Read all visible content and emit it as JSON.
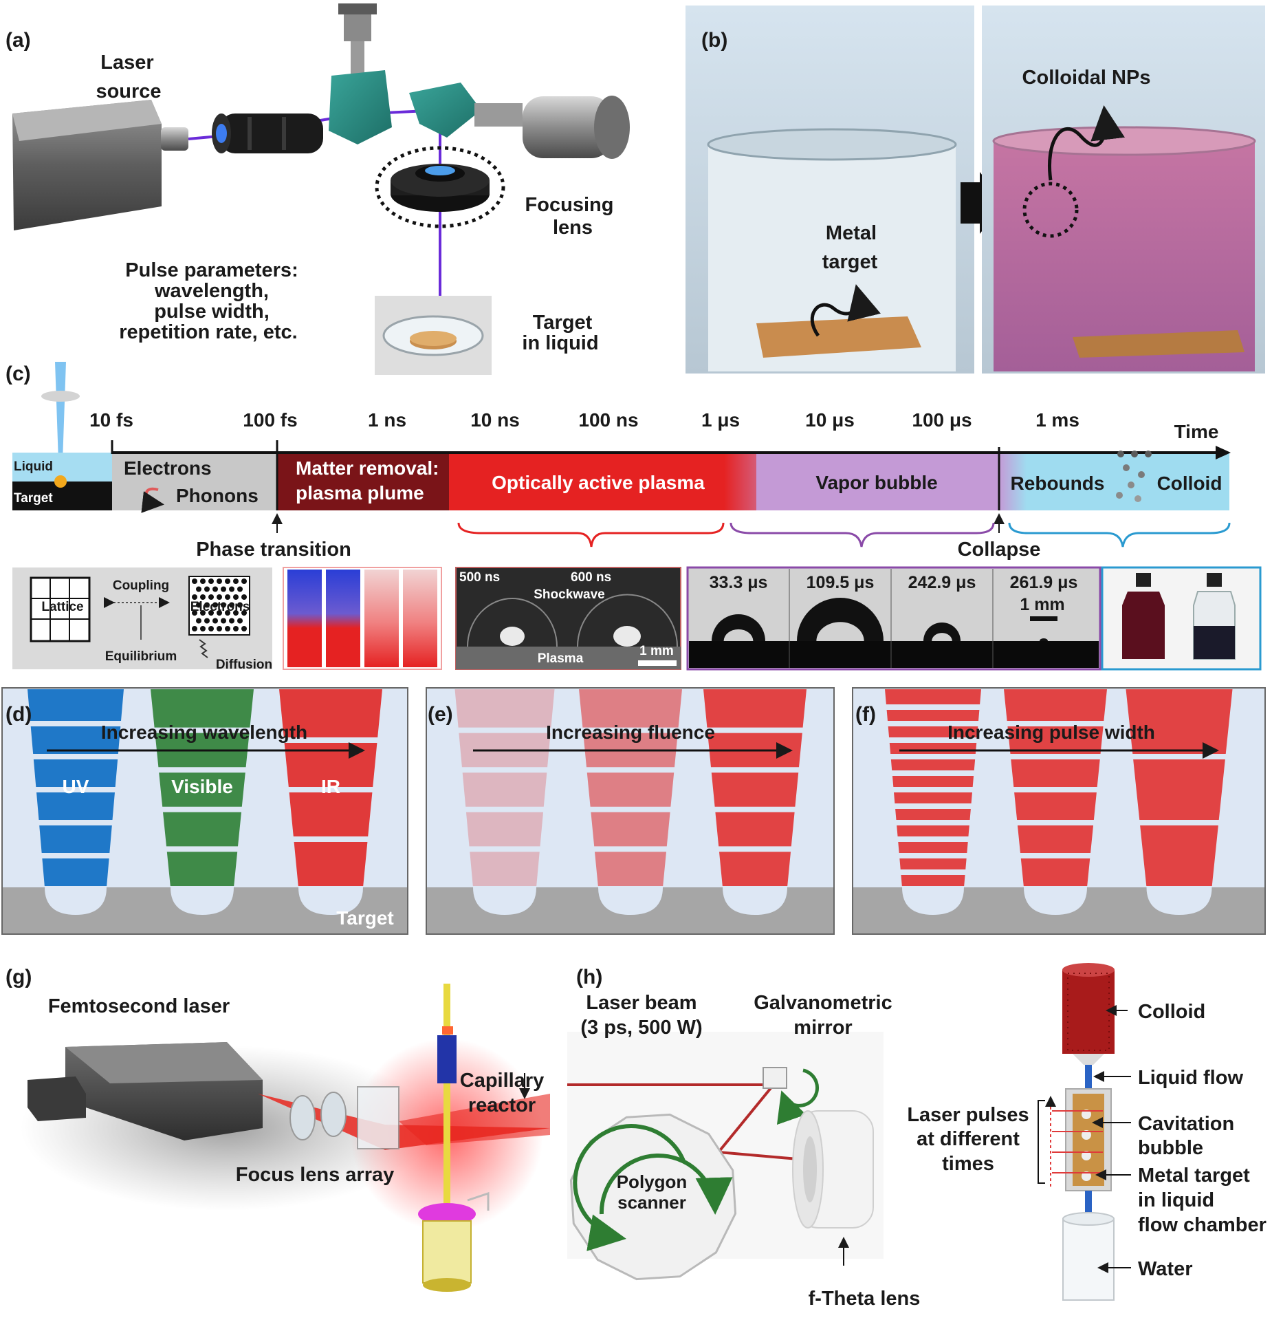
{
  "panels": {
    "a": {
      "label": "(a)",
      "laser_source": [
        "Laser",
        "source"
      ],
      "focusing_lens": [
        "Focusing",
        "lens"
      ],
      "pulse_params": [
        "Pulse parameters:",
        "wavelength,",
        "pulse width,",
        "repetition rate, etc."
      ],
      "target": [
        "Target",
        "in liquid"
      ]
    },
    "b": {
      "label": "(b)",
      "metal_target": [
        "Metal",
        "target"
      ],
      "colloidal": "Colloidal NPs"
    },
    "c": {
      "label": "(c)",
      "time_ticks": [
        "10 fs",
        "100 fs",
        "1 ns",
        "10 ns",
        "100 ns",
        "1 μs",
        "10 μs",
        "100 μs",
        "1 ms"
      ],
      "time_label": "Time",
      "liquid": "Liquid",
      "target": "Target",
      "electrons": "Electrons",
      "phonons": "Phonons",
      "matter_removal": [
        "Matter removal:",
        "plasma plume"
      ],
      "optically_active": "Optically active plasma",
      "vapor_bubble": "Vapor bubble",
      "rebounds": "Rebounds",
      "colloid": "Colloid",
      "phase_transition": "Phase transition",
      "collapse": "Collapse",
      "inset1": {
        "lattice": "Lattice",
        "coupling": "Coupling",
        "electrons": "Electrons",
        "equilibrium": "Equilibrium",
        "diffusion": "Diffusion"
      },
      "inset3": {
        "t1": "500 ns",
        "t2": "600 ns",
        "shockwave": "Shockwave",
        "plasma": "Plasma",
        "scale": "1 mm"
      },
      "inset4": {
        "times": [
          "33.3 μs",
          "109.5 μs",
          "242.9 μs",
          "261.9 μs"
        ],
        "scale": "1 mm",
        "bubble_radii": [
          39,
          63,
          27,
          0
        ]
      }
    },
    "d": {
      "label": "(d)",
      "title": "Increasing wavelength",
      "uv": "UV",
      "visible": "Visible",
      "ir": "IR",
      "target": "Target"
    },
    "e": {
      "label": "(e)",
      "title": "Increasing fluence"
    },
    "f": {
      "label": "(f)",
      "title": "Increasing pulse width"
    },
    "g": {
      "label": "(g)",
      "femtosecond": "Femtosecond laser",
      "capillary": [
        "Capillary",
        "reactor"
      ],
      "focus_array": "Focus lens array"
    },
    "h": {
      "label": "(h)",
      "laser_beam": [
        "Laser beam",
        "(3 ps, 500 W)"
      ],
      "galvo": [
        "Galvanometric",
        "mirror"
      ],
      "polygon": [
        "Polygon",
        "scanner"
      ],
      "ftheta": "f-Theta lens",
      "pulses": [
        "Laser pulses",
        "at different",
        "times"
      ],
      "colloid": "Colloid",
      "liquid_flow": "Liquid flow",
      "cavitation": [
        "Cavitation",
        "bubble"
      ],
      "metal_target": [
        "Metal target",
        "in liquid",
        "flow chamber"
      ],
      "water": "Water"
    }
  },
  "colors": {
    "beam_violet": "#6a2bd9",
    "plasma_red": "#e52222",
    "plasma_dark": "#7a1418",
    "vapor_purple": "#c49ad6",
    "colloid_blue": "#9fdcf0",
    "uv_blue": "#1f78c8",
    "visible_green": "#3f8a48",
    "ir_red": "#e03a3a",
    "bg_blue": "#dde7f4",
    "target_gray": "#a6a6a6"
  }
}
